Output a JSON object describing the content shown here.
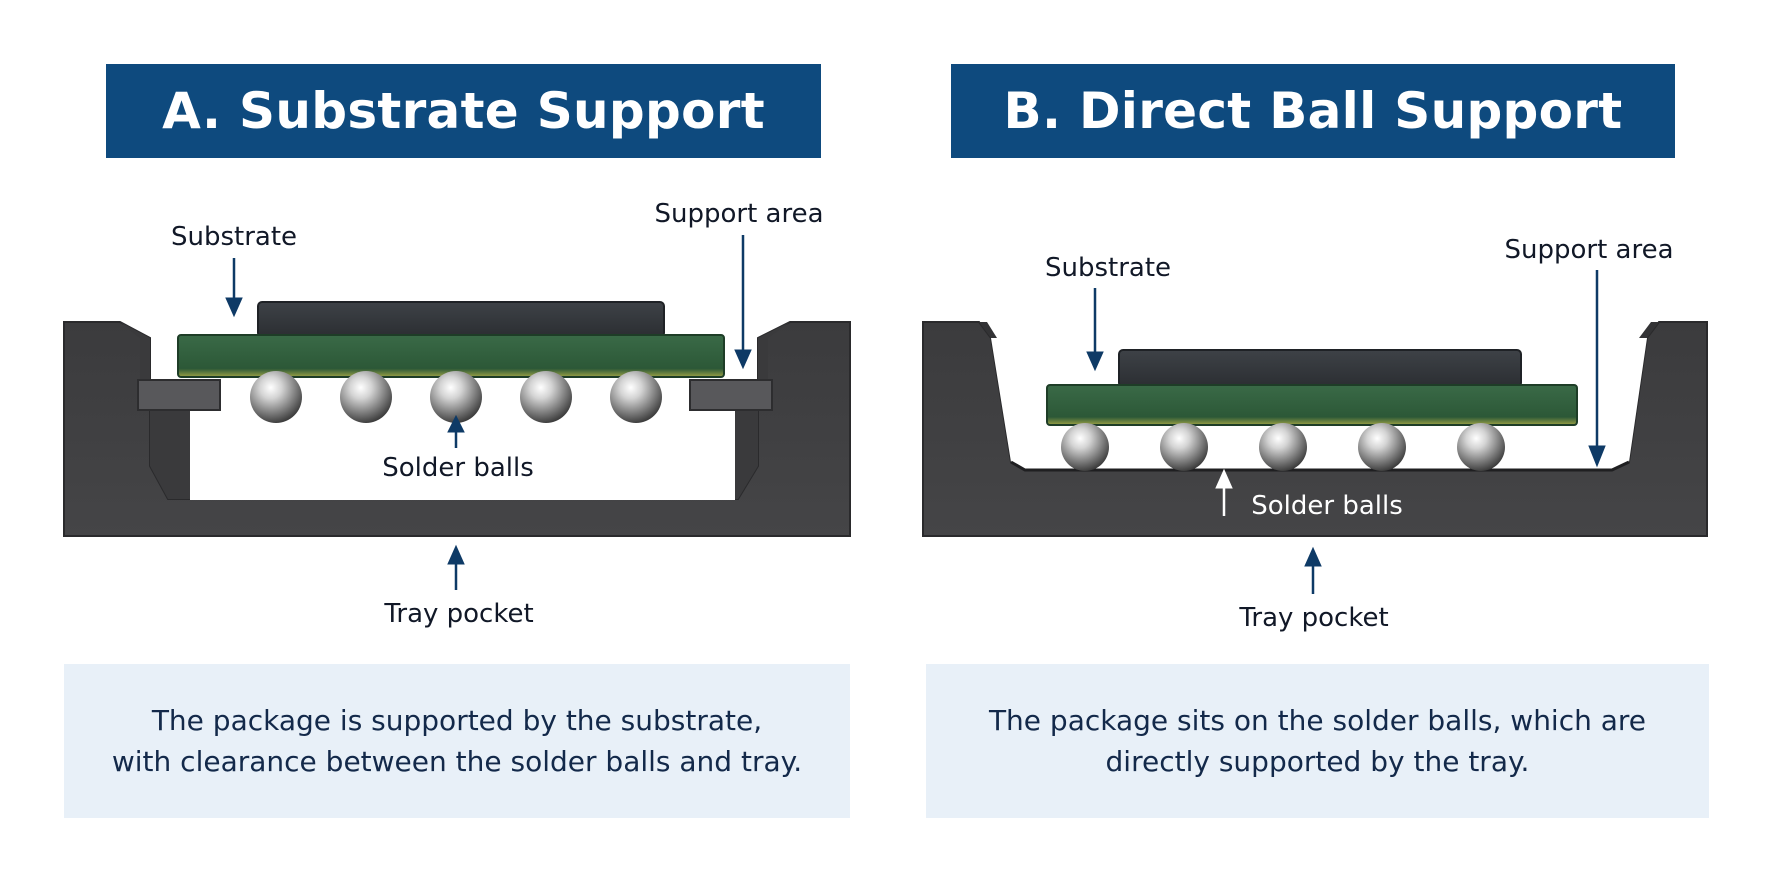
{
  "panel_a": {
    "title": "A. Substrate Support",
    "labels": {
      "substrate": "Substrate",
      "support_area": "Support area",
      "solder_balls": "Solder balls",
      "tray_pocket": "Tray pocket"
    },
    "caption": {
      "line1": "The package is supported by the substrate,",
      "line2": "with clearance between the solder balls and tray."
    }
  },
  "panel_b": {
    "title": "B. Direct Ball Support",
    "labels": {
      "substrate": "Substrate",
      "support_area": "Support area",
      "solder_balls": "Solder balls",
      "tray_pocket": "Tray pocket"
    },
    "caption": {
      "line1": "The package sits on the solder balls, which are",
      "line2": "directly supported by the tray."
    }
  },
  "colors": {
    "title_bar": "#0e4a7e",
    "tray": "#3d3d3f",
    "substrate": "#2f5e3d",
    "substrate_edge": "#a3a84a",
    "die": "#35393d",
    "arrow": "#0e3a66",
    "caption_bg": "#e8f0f8"
  },
  "icons": [
    "down-arrow-icon",
    "up-arrow-icon"
  ]
}
